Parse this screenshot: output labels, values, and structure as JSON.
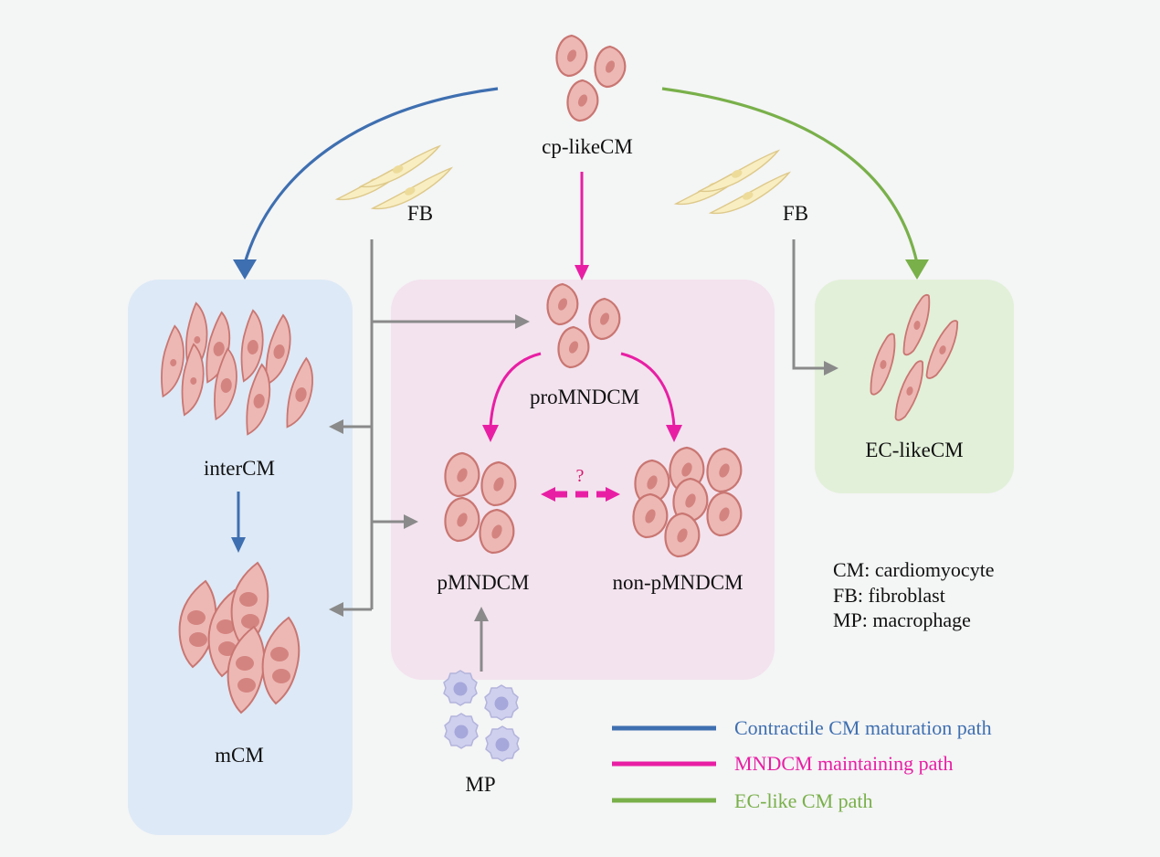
{
  "labels": {
    "cp_like_cm": "cp-likeCM",
    "fb_left": "FB",
    "fb_right": "FB",
    "pro_mndcm": "proMNDCM",
    "inter_cm": "interCM",
    "m_cm": "mCM",
    "p_mndcm": "pMNDCM",
    "non_p_mndcm": "non-pMNDCM",
    "ec_like_cm": "EC-likeCM",
    "mp": "MP",
    "question": "?"
  },
  "abbreviations": [
    "CM: cardiomyocyte",
    "FB: fibroblast",
    "MP: macrophage"
  ],
  "legend": [
    {
      "label": "Contractile CM maturation path",
      "color": "#3e6fb0"
    },
    {
      "label": "MNDCM maintaining path",
      "color": "#e81fa4"
    },
    {
      "label": "EC-like CM path",
      "color": "#79b04a"
    }
  ],
  "colors": {
    "background": "#f4f5f5",
    "contractile_panel": "#dde9f6",
    "mndcm_panel": "#f3e3ee",
    "ec_panel": "#e2f0d9",
    "gray_arrow": "#8a8a8a",
    "cm_fill": "#edb8b4",
    "cm_stroke": "#c97672",
    "fb_fill": "#f8eec2",
    "mp_fill": "#cfd0ee"
  }
}
